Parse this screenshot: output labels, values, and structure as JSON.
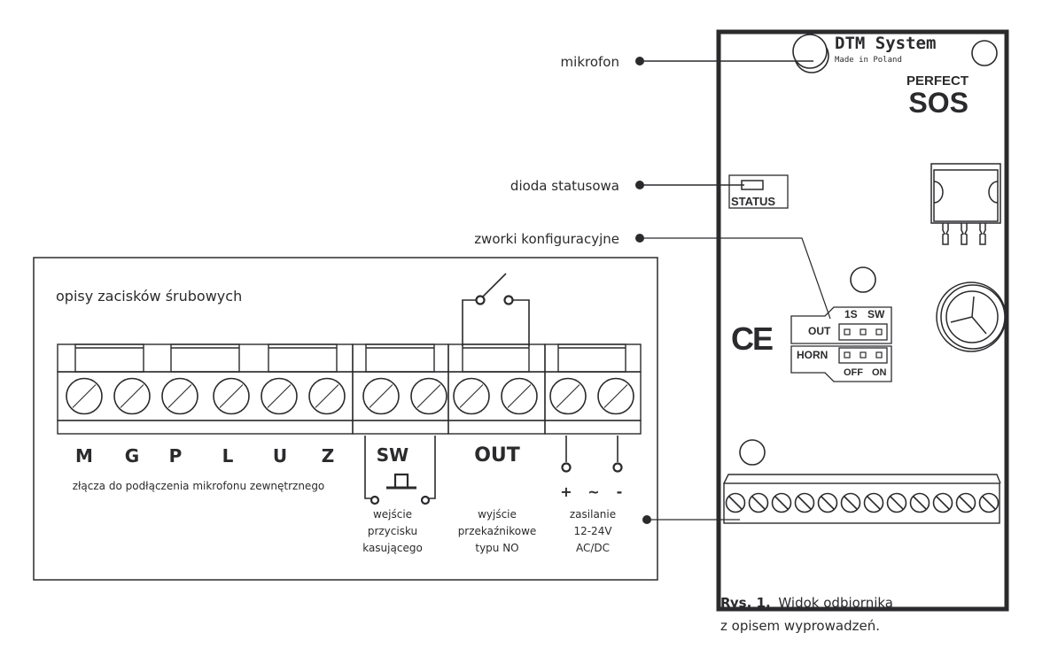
{
  "callouts": {
    "microphone": "mikrofon",
    "status_led": "dioda statusowa",
    "config_jumpers": "zworki konfiguracyjne"
  },
  "board": {
    "brand": "DTM System",
    "made_in": "Made in Poland",
    "model_line1": "PERFECT",
    "model_line2": "SOS",
    "status_label": "STATUS",
    "jumper_out_label": "OUT",
    "jumper_out_options": [
      "1S",
      "SW"
    ],
    "jumper_horn_label": "HORN",
    "jumper_horn_options": [
      "OFF",
      "ON"
    ],
    "ce_mark": "CE",
    "terminal_count": 12
  },
  "terminals_panel": {
    "title": "opisy zacisków śrubowych",
    "mic_pins": [
      "M",
      "G",
      "P",
      "L",
      "U",
      "Z"
    ],
    "mic_pins_desc": "złącza do podłączenia mikrofonu zewnętrznego",
    "sw_label": "SW",
    "sw_desc": [
      "wejście",
      "przycisku",
      "kasującego"
    ],
    "out_label": "OUT",
    "out_desc": [
      "wyjście",
      "przekaźnikowe",
      "typu NO"
    ],
    "power_symbols": [
      "+",
      "~",
      "-"
    ],
    "power_desc": [
      "zasilanie",
      "12-24V",
      "AC/DC"
    ]
  },
  "caption": {
    "bold": "Rys. 1.",
    "line1": "Widok odbiornika",
    "line2": "z opisem wyprowadzeń."
  },
  "colors": {
    "ink": "#2b2b2e",
    "background": "#ffffff"
  }
}
